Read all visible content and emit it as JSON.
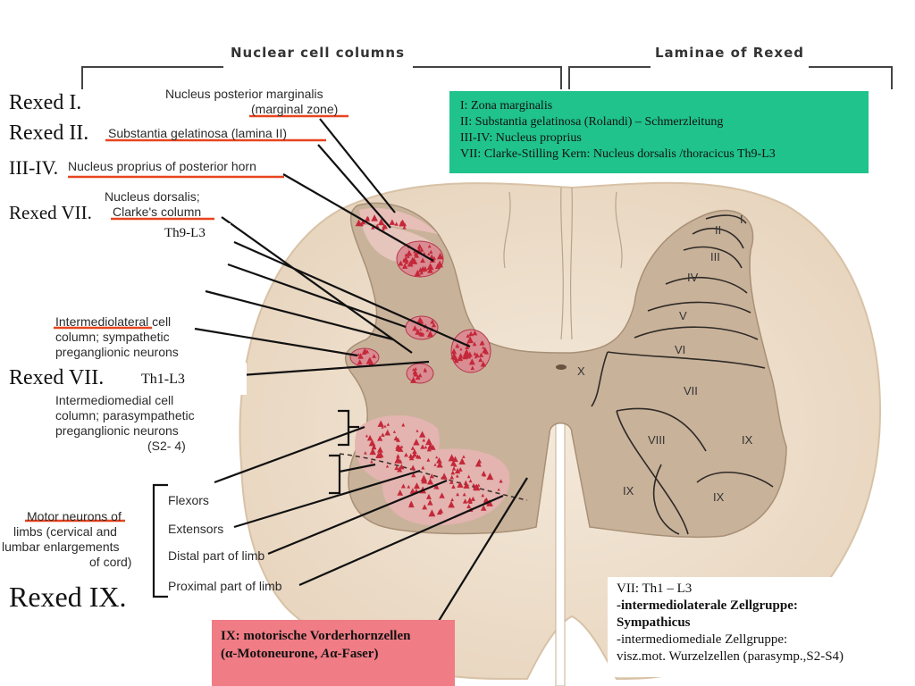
{
  "headers": {
    "nuclear": "Nuclear cell columns",
    "laminae": "Laminae of Rexed"
  },
  "rexed_labels": {
    "r1": "Rexed I.",
    "r2": "Rexed II.",
    "r3": "III-IV.",
    "r7a": "Rexed VII.",
    "r7b": "Rexed VII.",
    "r9": "Rexed IX.",
    "th9": "Th9-L3",
    "th1": "Th1-L3"
  },
  "left_labels": {
    "npm1": "Nucleus posterior marginalis",
    "npm2": "(marginal zone)",
    "sg": "Substantia gelatinosa (lamina II)",
    "np": "Nucleus proprius of posterior horn",
    "nd1": "Nucleus dorsalis;",
    "nd2": "Clarke's column",
    "il1": "Intermediolateral cell",
    "il2": "column; sympathetic",
    "il3": "preganglionic neurons",
    "im1": "Intermediomedial cell",
    "im2": "column; parasympathetic",
    "im3": "preganglionic neurons",
    "im4": "(S2- 4)",
    "mn1": "Motor neurons of",
    "mn2": "limbs (cervical and",
    "mn3": "lumbar enlargements",
    "mn4": "of cord)",
    "flexors": "Flexors",
    "extensors": "Extensors",
    "distal": "Distal part of limb",
    "proximal": "Proximal part of limb"
  },
  "laminae": [
    "I",
    "II",
    "III",
    "IV",
    "V",
    "VI",
    "VII",
    "VIII",
    "IX",
    "IX",
    "IX",
    "X"
  ],
  "green_box": {
    "line1": "I: Zona marginalis",
    "line2": "II: Substantia gelatinosa (Rolandi) – Schmerzleitung",
    "line3": "III-IV: Nucleus proprius",
    "line4": "VII: Clarke-Stilling Kern: Nucleus dorsalis /thoracicus Th9-L3"
  },
  "pink_box": {
    "line1": "IX: motorische Vorderhornzellen",
    "line2a": "(",
    "alpha1": "α",
    "line2b": "-Motoneurone, ",
    "a": "A",
    "alpha2": "α",
    "line2c": "-Faser)"
  },
  "white_box": {
    "line1": "VII: Th1 – L3",
    "line2": "-intermediolaterale Zellgruppe:",
    "line3": "Sympathicus",
    "line4": "-intermediomediale Zellgruppe:",
    "line5": "visz.mot. Wurzelzellen (parasymp.,S2-S4)"
  },
  "colors": {
    "tissue": "#efe2d0",
    "grey_matter": "#c9b29a",
    "red_cells": "#c4283a",
    "underline": "#e8441f",
    "green_box": "#1fc38b",
    "pink_box": "#f07c85"
  }
}
